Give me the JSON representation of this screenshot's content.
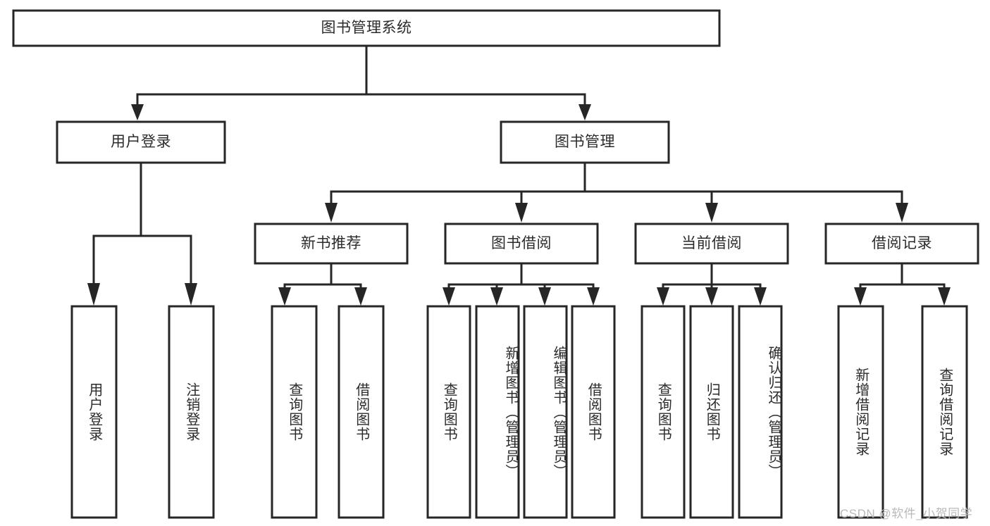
{
  "diagram": {
    "type": "tree-hierarchy",
    "title": "图书管理系统",
    "watermark": "CSDN @软件_小贺同学",
    "colors": {
      "background": "#ffffff",
      "stroke": "#262626",
      "text": "#2b2b2b",
      "watermark": "#b9b9b9"
    },
    "levels": {
      "root": {
        "label": "图书管理系统",
        "orientation": "horizontal"
      },
      "level2": [
        {
          "id": "user-login",
          "label": "用户登录",
          "orientation": "horizontal"
        },
        {
          "id": "book-manage",
          "label": "图书管理",
          "orientation": "horizontal"
        }
      ],
      "level3": [
        {
          "id": "new-book-recommend",
          "label": "新书推荐",
          "orientation": "horizontal",
          "parent": "book-manage"
        },
        {
          "id": "book-borrow",
          "label": "图书借阅",
          "orientation": "horizontal",
          "parent": "book-manage"
        },
        {
          "id": "current-borrow",
          "label": "当前借阅",
          "orientation": "horizontal",
          "parent": "book-manage"
        },
        {
          "id": "borrow-record",
          "label": "借阅记录",
          "orientation": "horizontal",
          "parent": "book-manage"
        }
      ],
      "leaves": [
        {
          "id": "leaf-user-login",
          "label": "用户登录",
          "orientation": "vertical",
          "parent": "user-login"
        },
        {
          "id": "leaf-user-logout",
          "label": "注销登录",
          "orientation": "vertical",
          "parent": "user-login"
        },
        {
          "id": "leaf-query-book-1",
          "label": "查询图书",
          "orientation": "vertical",
          "parent": "new-book-recommend"
        },
        {
          "id": "leaf-borrow-book-1",
          "label": "借阅图书",
          "orientation": "vertical",
          "parent": "new-book-recommend"
        },
        {
          "id": "leaf-query-book-2",
          "label": "查询图书",
          "orientation": "vertical",
          "parent": "book-borrow"
        },
        {
          "id": "leaf-add-book",
          "label": "新增图书（管理员）",
          "orientation": "vertical",
          "parent": "book-borrow"
        },
        {
          "id": "leaf-edit-book",
          "label": "编辑图书（管理员）",
          "orientation": "vertical",
          "parent": "book-borrow"
        },
        {
          "id": "leaf-borrow-book-2",
          "label": "借阅图书",
          "orientation": "vertical",
          "parent": "book-borrow"
        },
        {
          "id": "leaf-query-book-3",
          "label": "查询图书",
          "orientation": "vertical",
          "parent": "current-borrow"
        },
        {
          "id": "leaf-return-book",
          "label": "归还图书",
          "orientation": "vertical",
          "parent": "current-borrow"
        },
        {
          "id": "leaf-confirm-return",
          "label": "确认归还（管理员）",
          "orientation": "vertical",
          "parent": "current-borrow"
        },
        {
          "id": "leaf-add-record",
          "label": "新增借阅记录",
          "orientation": "vertical",
          "parent": "borrow-record"
        },
        {
          "id": "leaf-query-record",
          "label": "查询借阅记录",
          "orientation": "vertical",
          "parent": "borrow-record"
        }
      ]
    }
  }
}
